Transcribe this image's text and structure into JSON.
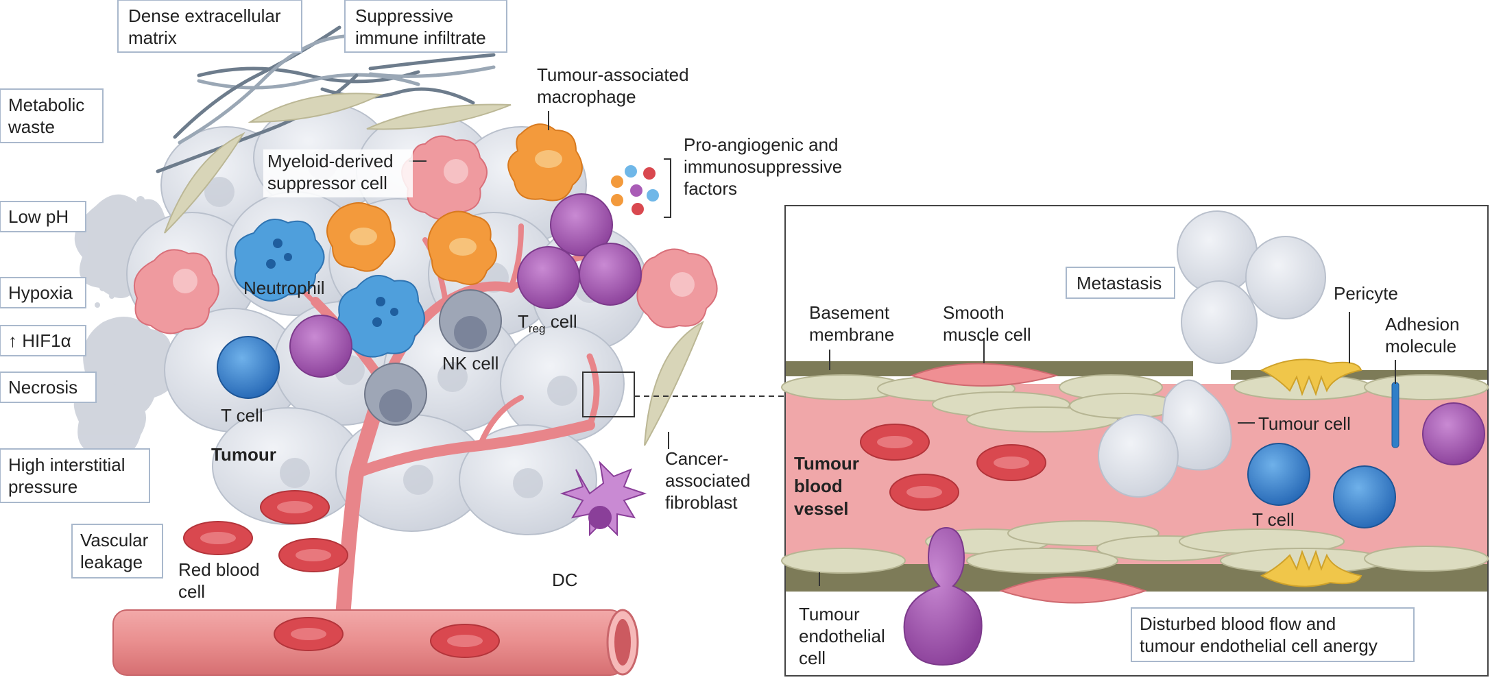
{
  "boxed_labels": {
    "dense_ecm": [
      "Dense extracellular",
      "matrix"
    ],
    "suppressive_infiltrate": [
      "Suppressive",
      "immune infiltrate"
    ],
    "metabolic_waste": [
      "Metabolic",
      "waste"
    ],
    "low_ph": "Low pH",
    "hypoxia": "Hypoxia",
    "hif1a": "↑ HIF1α",
    "necrosis": "Necrosis",
    "interstitial_pressure": [
      "High interstitial",
      "pressure"
    ],
    "vascular_leakage": [
      "Vascular",
      "leakage"
    ],
    "metastasis": "Metastasis",
    "disturbed_flow": [
      "Disturbed blood flow and",
      "tumour endothelial cell anergy"
    ]
  },
  "cell_labels": {
    "tam": [
      "Tumour-associated",
      "macrophage"
    ],
    "mdsc": [
      "Myeloid-derived",
      "suppressor cell"
    ],
    "factors": [
      "Pro-angiogenic and",
      "immunosuppressive",
      "factors"
    ],
    "neutrophil": "Neutrophil",
    "treg_main": "T",
    "treg_sub": "reg",
    "treg_suffix": " cell",
    "nk_cell": "NK cell",
    "t_cell": "T cell",
    "tumour": "Tumour",
    "caf": [
      "Cancer-",
      "associated",
      "fibroblast"
    ],
    "rbc": [
      "Red blood",
      "cell"
    ],
    "dc": "DC"
  },
  "inset_labels": {
    "basement_membrane": [
      "Basement",
      "membrane"
    ],
    "smooth_muscle": [
      "Smooth",
      "muscle cell"
    ],
    "pericyte": "Pericyte",
    "adhesion": [
      "Adhesion",
      "molecule"
    ],
    "tumour_cell": "Tumour cell",
    "vessel": [
      "Tumour",
      "blood",
      "vessel"
    ],
    "t_cell": "T cell",
    "endothelial": [
      "Tumour",
      "endothelial",
      "cell"
    ]
  },
  "colors": {
    "tumour_cell": "#dfe3ea",
    "vessel": "#e98e8e",
    "rbc": "#d9484f",
    "macrophage": "#f39a3c",
    "mdsc": "#ef9a9f",
    "neutrophil": "#4f9fdc",
    "treg": "#a95cb6",
    "tcell": "#2f7fc8",
    "nk": "#8c95a8",
    "fibroblast": "#d8d5b8",
    "pericyte": "#f0c64a",
    "ecm": "#6d7c8c"
  }
}
